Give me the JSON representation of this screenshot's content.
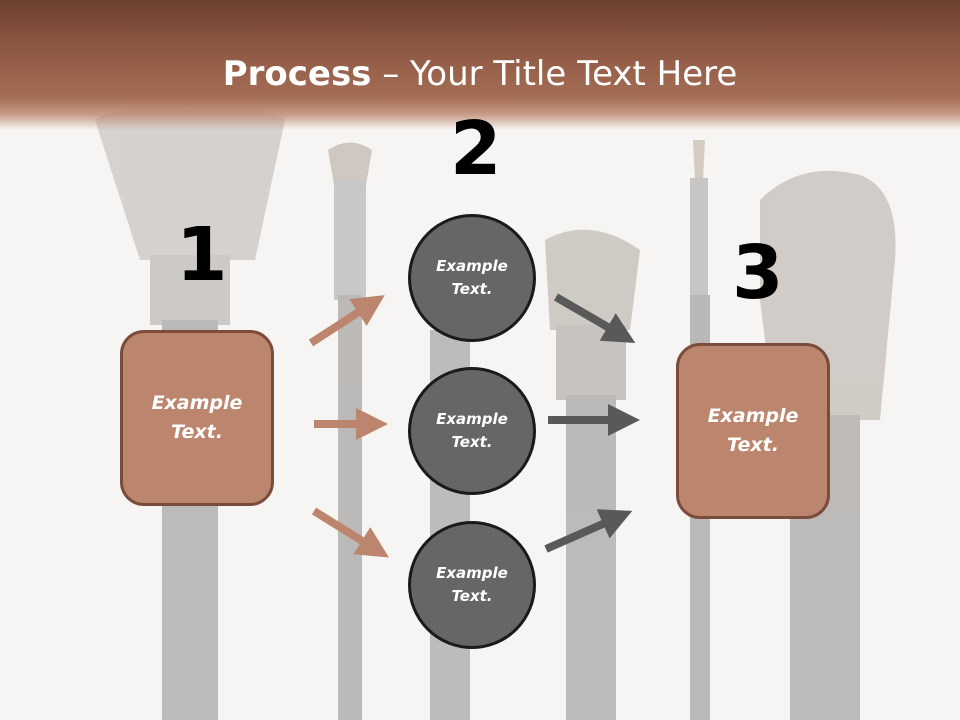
{
  "title": {
    "bold": "Process",
    "rest": " – Your Title Text Here"
  },
  "steps": {
    "one": {
      "number": "1",
      "text": "Example Text."
    },
    "two": {
      "number": "2"
    },
    "three": {
      "number": "3",
      "text": "Example Text."
    }
  },
  "circles": [
    {
      "text": "Example Text."
    },
    {
      "text": "Example Text."
    },
    {
      "text": "Example Text."
    }
  ],
  "colors": {
    "header": "#8f5a44",
    "box_fill": "#bc866e",
    "box_border": "#7b4b3c",
    "circle_fill": "#666666",
    "arrow_left": "#bc866e",
    "arrow_right": "#595959"
  }
}
